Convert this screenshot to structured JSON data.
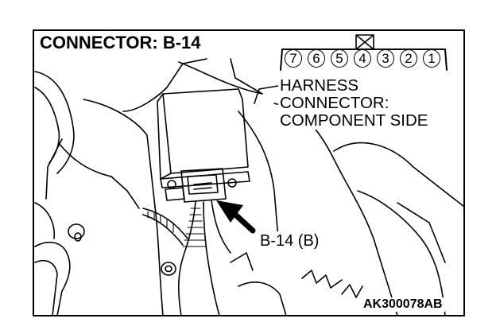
{
  "title": "CONNECTOR: B-14",
  "harness_label": [
    "HARNESS",
    "CONNECTOR:",
    "COMPONENT SIDE"
  ],
  "connector_pins": [
    "7",
    "6",
    "5",
    "4",
    "3",
    "2",
    "1"
  ],
  "callout_label": "B-14 (B)",
  "figure_id": "AK300078AB"
}
